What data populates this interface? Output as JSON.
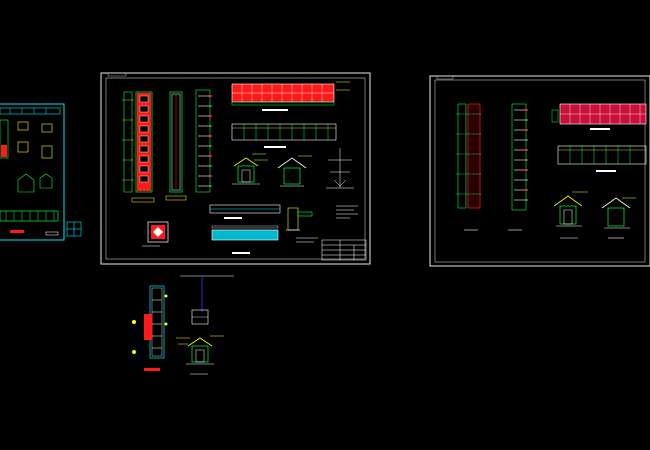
{
  "app": {
    "background": "#000000"
  },
  "colors": {
    "frame": "#e6e6e6",
    "cyan": "#00e5ff",
    "green": "#00ff40",
    "yellow": "#ffff00",
    "red": "#ff1a1a",
    "magenta": "#ff00ff",
    "white": "#ffffff",
    "blue": "#2a3cff",
    "title_red": "#d41a1a"
  },
  "sheets": [
    {
      "id": "left-partial-sheet",
      "frame_color": "#00e5ff"
    },
    {
      "id": "main-sheet-1",
      "frame_color": "#e6e6e6"
    },
    {
      "id": "main-sheet-2",
      "frame_color": "#e6e6e6"
    }
  ],
  "drawing_types": [
    "column-section",
    "elevation",
    "wall-elevation",
    "gate-section",
    "plan-strip",
    "title-block"
  ]
}
